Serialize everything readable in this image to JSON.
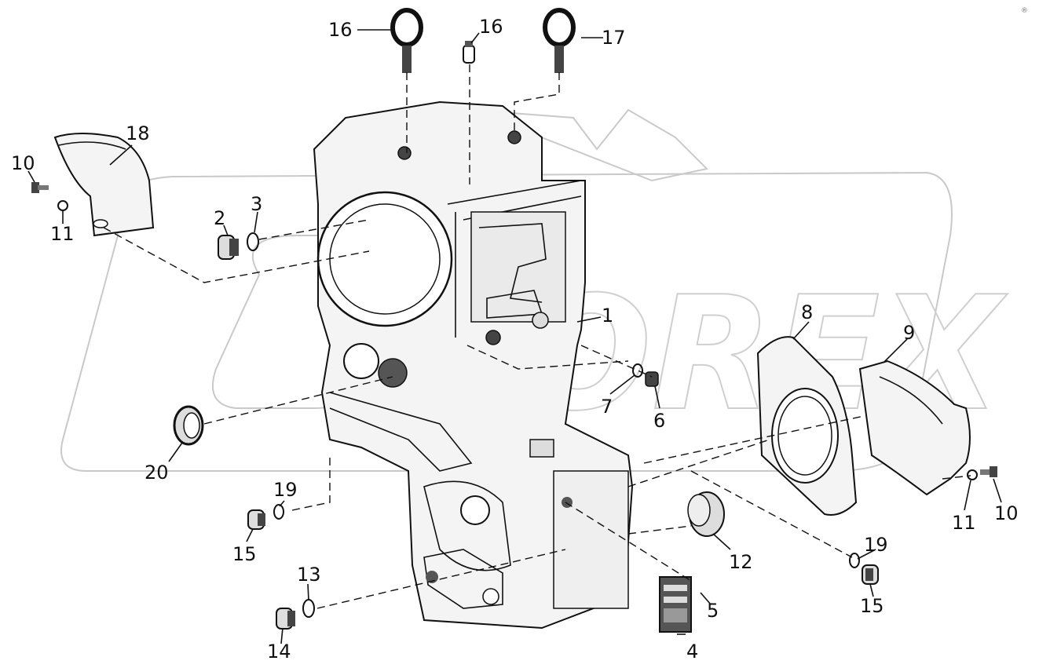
{
  "watermark": "OREX",
  "corner_mark": "®",
  "callouts": [
    {
      "id": "c1",
      "text": "1"
    },
    {
      "id": "c2",
      "text": "2"
    },
    {
      "id": "c3",
      "text": "3"
    },
    {
      "id": "c4",
      "text": "4"
    },
    {
      "id": "c5",
      "text": "5"
    },
    {
      "id": "c6",
      "text": "6"
    },
    {
      "id": "c7",
      "text": "7"
    },
    {
      "id": "c8",
      "text": "8"
    },
    {
      "id": "c9",
      "text": "9"
    },
    {
      "id": "c10a",
      "text": "10"
    },
    {
      "id": "c10b",
      "text": "10"
    },
    {
      "id": "c11a",
      "text": "11"
    },
    {
      "id": "c11b",
      "text": "11"
    },
    {
      "id": "c12",
      "text": "12"
    },
    {
      "id": "c13",
      "text": "13"
    },
    {
      "id": "c14",
      "text": "14"
    },
    {
      "id": "c15a",
      "text": "15"
    },
    {
      "id": "c15b",
      "text": "15"
    },
    {
      "id": "c16a",
      "text": "16"
    },
    {
      "id": "c16b",
      "text": "16"
    },
    {
      "id": "c17",
      "text": "17"
    },
    {
      "id": "c18",
      "text": "18"
    },
    {
      "id": "c19a",
      "text": "19"
    },
    {
      "id": "c19b",
      "text": "19"
    },
    {
      "id": "c20",
      "text": "20"
    }
  ]
}
